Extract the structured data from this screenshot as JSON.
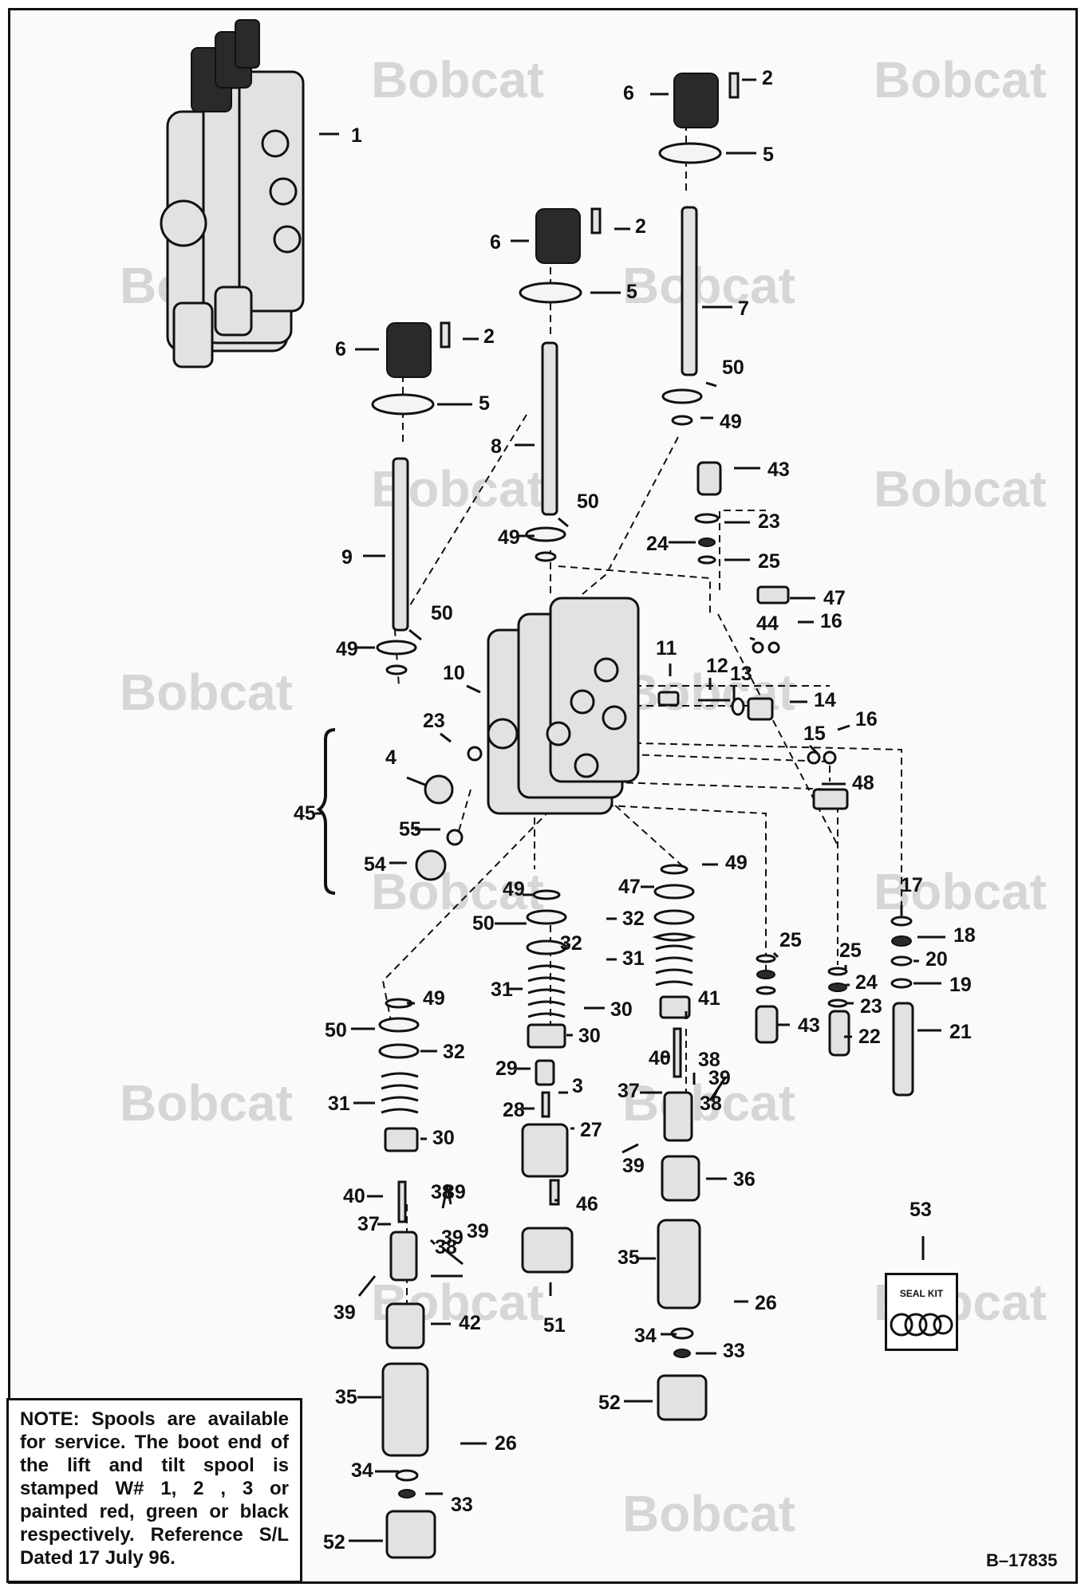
{
  "watermark": {
    "brand": "Bobcat"
  },
  "figure_number": "B–17835",
  "note": {
    "title": "NOTE:",
    "text": "Spools are available for service. The boot end of the lift and tilt spool is stamped W# 1, 2 , 3 or painted red, green or black respectively. Reference S/L Dated 17 July 96."
  },
  "seal_kit": {
    "label": "SEAL KIT"
  },
  "part_labels": [
    "1",
    "2",
    "2",
    "2",
    "3",
    "4",
    "5",
    "5",
    "5",
    "6",
    "6",
    "6",
    "7",
    "8",
    "9",
    "10",
    "11",
    "12",
    "13",
    "14",
    "15",
    "16",
    "16",
    "17",
    "18",
    "19",
    "20",
    "21",
    "22",
    "23",
    "23",
    "23",
    "24",
    "24",
    "25",
    "25",
    "25",
    "26",
    "26",
    "27",
    "28",
    "29",
    "30",
    "30",
    "30",
    "31",
    "31",
    "31",
    "32",
    "32",
    "32",
    "33",
    "33",
    "34",
    "34",
    "35",
    "35",
    "36",
    "37",
    "37",
    "38",
    "38",
    "38",
    "38",
    "39",
    "39",
    "39",
    "39",
    "39",
    "39",
    "40",
    "40",
    "41",
    "42",
    "43",
    "43",
    "44",
    "45",
    "46",
    "47",
    "47",
    "48",
    "49",
    "49",
    "49",
    "49",
    "49",
    "49",
    "50",
    "50",
    "50",
    "50",
    "50",
    "51",
    "52",
    "52",
    "53",
    "54",
    "55"
  ],
  "colors": {
    "line": "#111111",
    "watermark": "#d6d6d6",
    "paper": "#fafafa"
  }
}
